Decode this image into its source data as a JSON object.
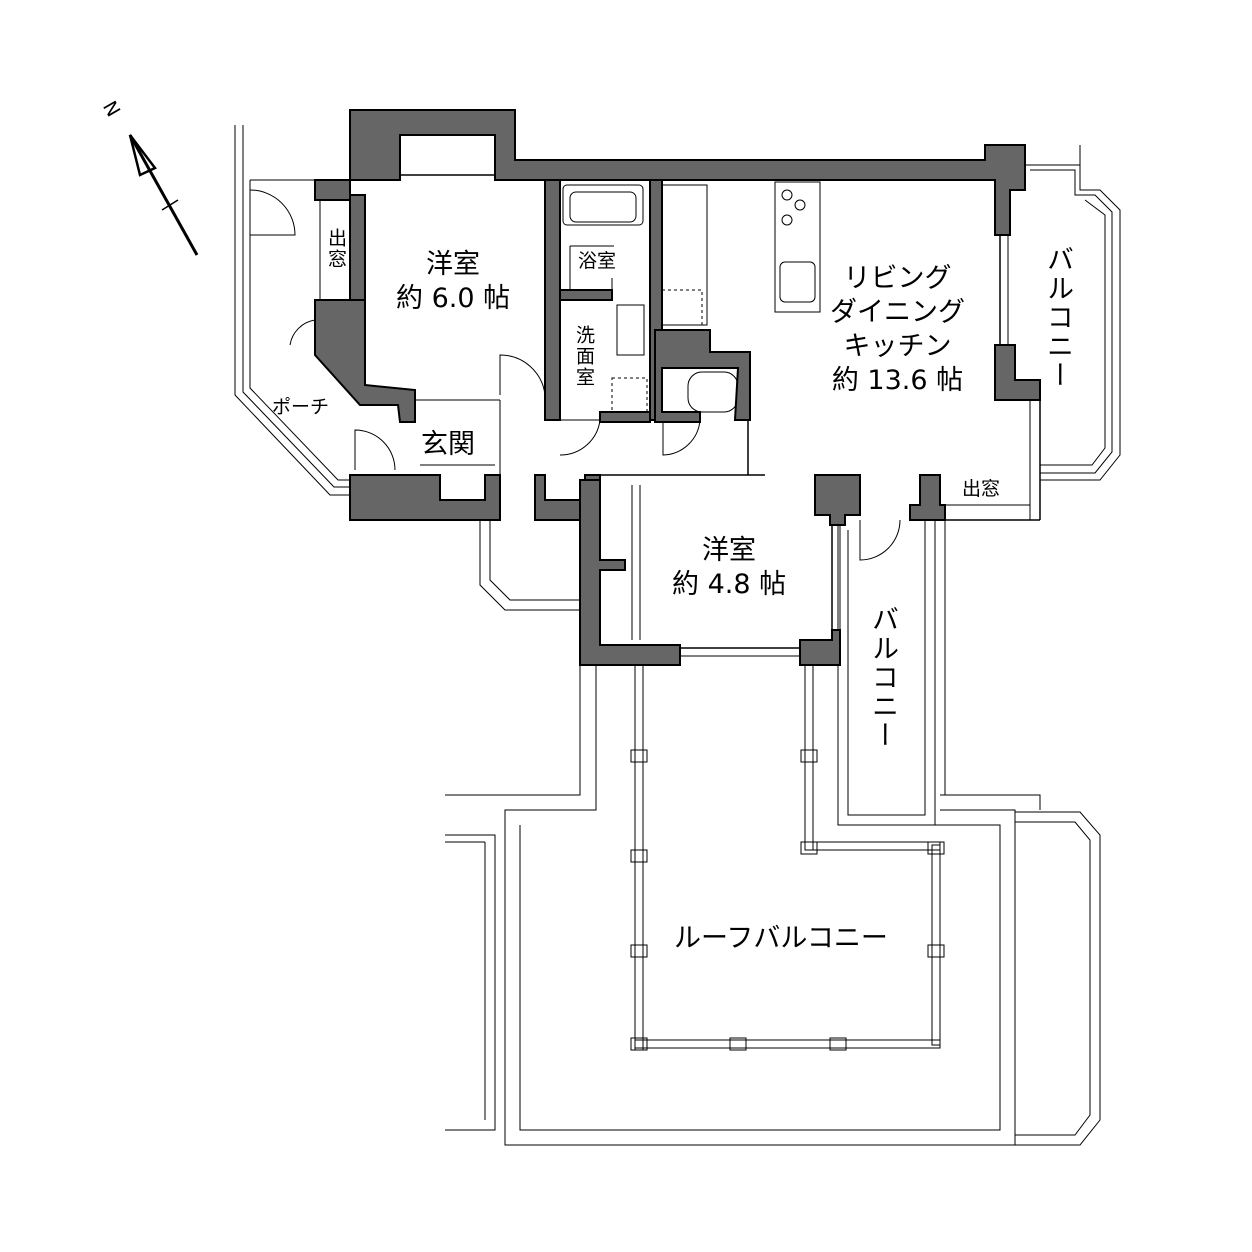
{
  "compass": {
    "label": "N"
  },
  "rooms": {
    "bedroom1": {
      "name": "洋室",
      "size": "約 6.0 帖"
    },
    "bay_window_left": "出窓",
    "porch": "ポーチ",
    "bath": "浴室",
    "washroom": "洗面室",
    "entrance": "玄関",
    "ldk": {
      "line1": "リビング",
      "line2": "ダイニング",
      "line3": "キッチン",
      "size": "約 13.6 帖"
    },
    "balcony_right": "バルコニー",
    "bay_window_right": "出窓",
    "bedroom2": {
      "name": "洋室",
      "size": "約 4.8 帖"
    },
    "balcony_mid": "バルコニー",
    "roof_balcony": "ルーフバルコニー"
  }
}
